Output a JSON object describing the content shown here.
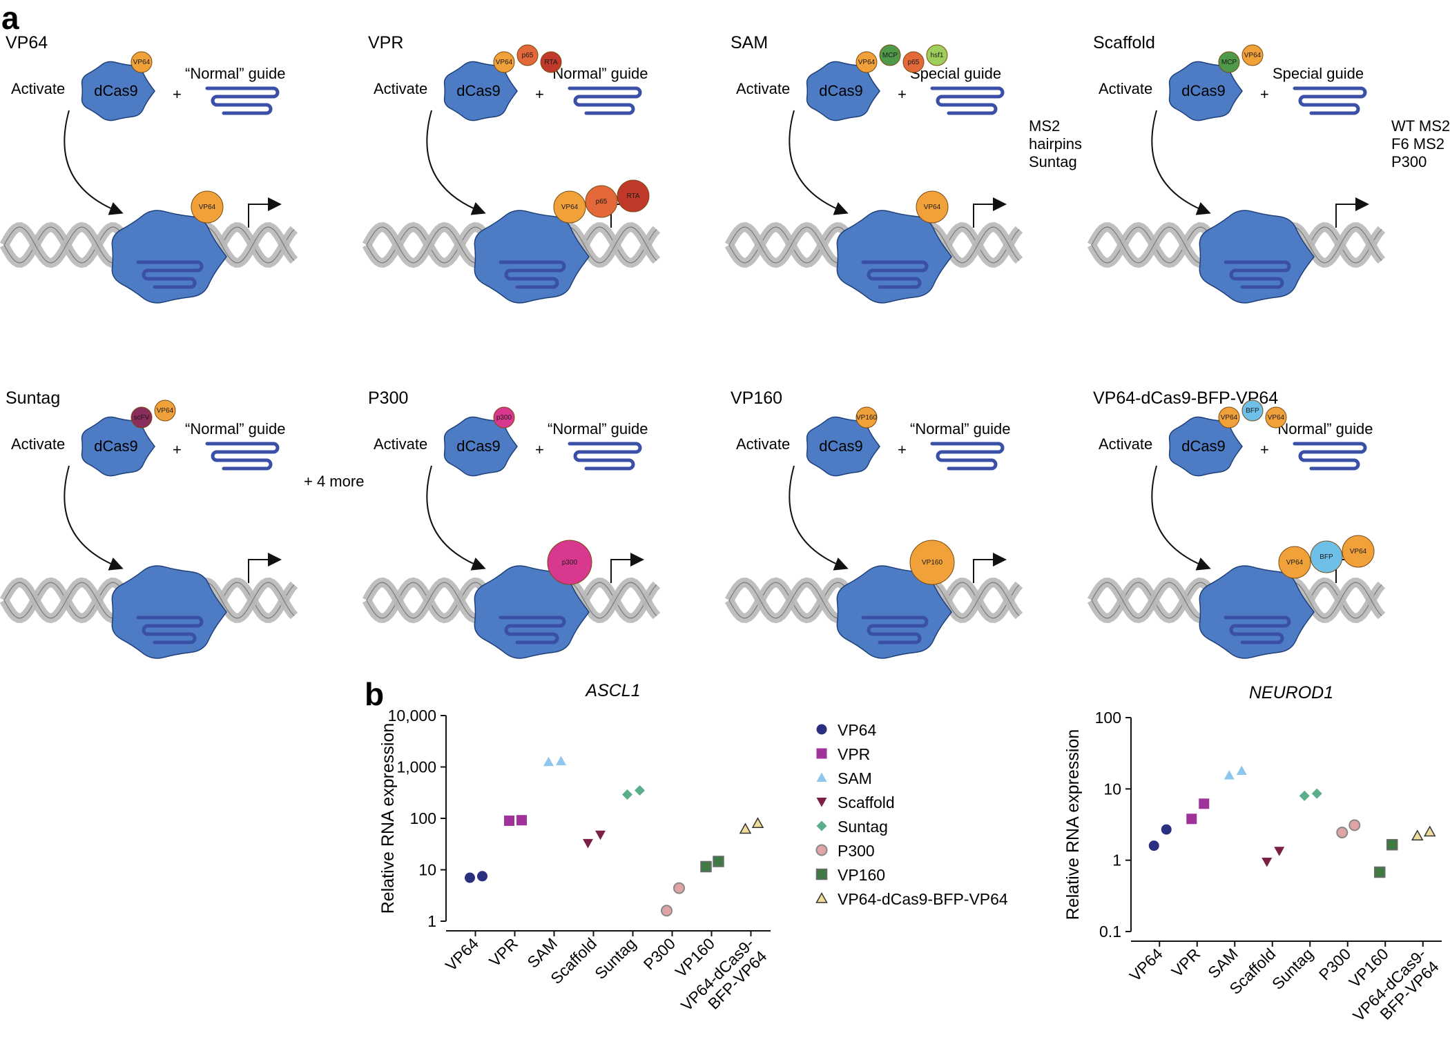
{
  "panel_a": {
    "letter": "a",
    "schematics": [
      {
        "title": "VP64",
        "activate": "Activate",
        "protein": "dCas9",
        "guide": "“Normal” guide",
        "domains": [
          "VP64"
        ],
        "bound_domains": [
          "VP64"
        ],
        "extra": []
      },
      {
        "title": "VPR",
        "activate": "Activate",
        "protein": "dCas9",
        "guide": "“Normal” guide",
        "domains": [
          "VP64",
          "p65",
          "RTA"
        ],
        "bound_domains": [
          "VP64",
          "p65",
          "RTA"
        ],
        "extra": []
      },
      {
        "title": "SAM",
        "activate": "Activate",
        "protein": "dCas9",
        "guide": "Special guide",
        "domains": [
          "VP64",
          "MCP",
          "p65",
          "hsf1"
        ],
        "bound_domains": [
          "VP64"
        ],
        "extra": [
          "MS2",
          "hairpins",
          "Suntag"
        ]
      },
      {
        "title": "Scaffold",
        "activate": "Activate",
        "protein": "dCas9",
        "guide": "Special guide",
        "domains": [
          "MCP",
          "VP64"
        ],
        "bound_domains": [],
        "extra": [
          "WT MS2",
          "F6 MS2",
          "P300"
        ]
      },
      {
        "title": "Suntag",
        "activate": "Activate",
        "protein": "dCas9",
        "guide": "“Normal” guide",
        "domains": [
          "scFV",
          "VP64"
        ],
        "bound_domains": [],
        "extra": [
          "+ 4 more"
        ]
      },
      {
        "title": "P300",
        "activate": "Activate",
        "protein": "dCas9",
        "guide": "“Normal” guide",
        "domains": [
          "p300"
        ],
        "bound_domains": [
          "p300"
        ],
        "extra": []
      },
      {
        "title": "VP160",
        "activate": "Activate",
        "protein": "dCas9",
        "guide": "“Normal” guide",
        "domains": [
          "VP160"
        ],
        "bound_domains": [
          "VP160"
        ],
        "extra": []
      },
      {
        "title": "VP64-dCas9-BFP-VP64",
        "activate": "Activate",
        "protein": "dCas9",
        "guide": "“Normal” guide",
        "domains": [
          "VP64",
          "BFP",
          "VP64"
        ],
        "bound_domains": [
          "VP64",
          "BFP",
          "VP64"
        ],
        "extra": []
      }
    ]
  },
  "panel_b": {
    "letter": "b",
    "legend": [
      {
        "name": "VP64",
        "marker": "circle",
        "color": "#2b2f7f"
      },
      {
        "name": "VPR",
        "marker": "square",
        "color": "#a0339a"
      },
      {
        "name": "SAM",
        "marker": "triangle",
        "color": "#8fc6ee"
      },
      {
        "name": "Scaffold",
        "marker": "triangle-down",
        "color": "#7b1f45"
      },
      {
        "name": "Suntag",
        "marker": "diamond",
        "color": "#5aaf8a"
      },
      {
        "name": "P300",
        "marker": "ring-circle",
        "color": "#e0a3a6"
      },
      {
        "name": "VP160",
        "marker": "square-outlined",
        "color": "#3f7a45"
      },
      {
        "name": "VP64-dCas9-BFP-VP64",
        "marker": "triangle-outlined",
        "color": "#f0dc9a"
      }
    ]
  },
  "chart_data": [
    {
      "type": "scatter",
      "title": "ASCL1",
      "ylabel": "Relative RNA expression",
      "yscale": "log",
      "ylim": [
        1,
        10000
      ],
      "yticks": [
        "1",
        "10",
        "100",
        "1,000",
        "10,000"
      ],
      "categories": [
        "VP64",
        "VPR",
        "SAM",
        "Scaffold",
        "Suntag",
        "P300",
        "VP160",
        "VP64-dCas9-BFP-VP64"
      ],
      "category_labels": [
        "VP64",
        "VPR",
        "SAM",
        "Scaffold",
        "Suntag",
        "P300",
        "VP160",
        "VP64-dCas9-\nBFP-VP64"
      ],
      "series": [
        {
          "name": "VP64",
          "values": [
            7,
            7.5
          ]
        },
        {
          "name": "VPR",
          "values": [
            90,
            92
          ]
        },
        {
          "name": "SAM",
          "values": [
            1250,
            1300
          ]
        },
        {
          "name": "Scaffold",
          "values": [
            33,
            48
          ]
        },
        {
          "name": "Suntag",
          "values": [
            290,
            350
          ]
        },
        {
          "name": "P300",
          "values": [
            1.6,
            4.4
          ]
        },
        {
          "name": "VP160",
          "values": [
            11.5,
            14.5
          ]
        },
        {
          "name": "VP64-dCas9-BFP-VP64",
          "values": [
            62,
            80
          ]
        }
      ]
    },
    {
      "type": "scatter",
      "title": "NEUROD1",
      "ylabel": "Relative RNA expression",
      "yscale": "log",
      "ylim": [
        0.1,
        100
      ],
      "yticks": [
        "0.1",
        "1",
        "10",
        "100"
      ],
      "categories": [
        "VP64",
        "VPR",
        "SAM",
        "Scaffold",
        "Suntag",
        "P300",
        "VP160",
        "VP64-dCas9-BFP-VP64"
      ],
      "category_labels": [
        "VP64",
        "VPR",
        "SAM",
        "Scaffold",
        "Suntag",
        "P300",
        "VP160",
        "VP64-dCas9-\nBFP-VP64"
      ],
      "series": [
        {
          "name": "VP64",
          "values": [
            1.6,
            2.7
          ]
        },
        {
          "name": "VPR",
          "values": [
            3.8,
            6.2
          ]
        },
        {
          "name": "SAM",
          "values": [
            15.5,
            18
          ]
        },
        {
          "name": "Scaffold",
          "values": [
            0.95,
            1.35
          ]
        },
        {
          "name": "Suntag",
          "values": [
            8,
            8.6
          ]
        },
        {
          "name": "P300",
          "values": [
            2.45,
            3.1
          ]
        },
        {
          "name": "VP160",
          "values": [
            0.68,
            1.65
          ]
        },
        {
          "name": "VP64-dCas9-BFP-VP64",
          "values": [
            2.2,
            2.5
          ]
        }
      ]
    }
  ]
}
